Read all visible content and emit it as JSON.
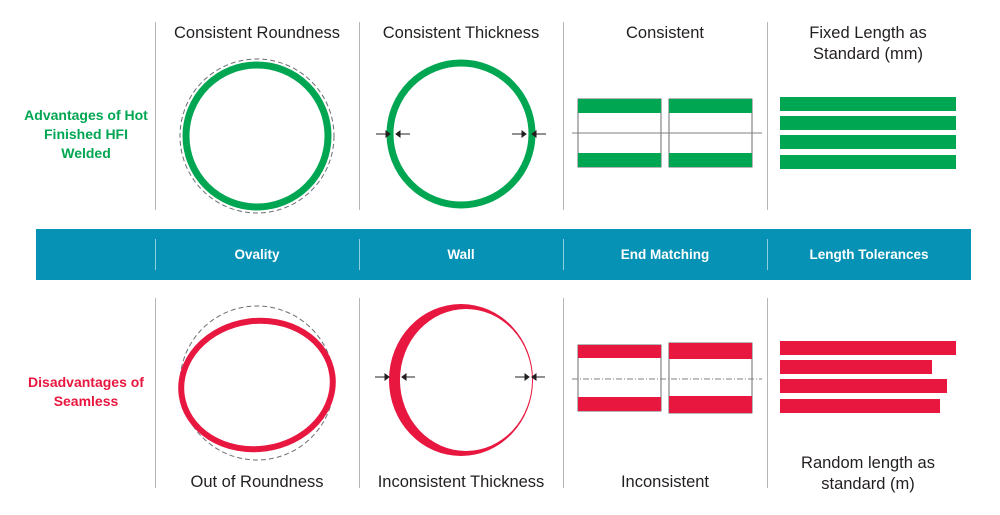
{
  "colors": {
    "good": "#00a651",
    "bad": "#e8173f",
    "band": "#0592b5",
    "divider": "#b5b5b5",
    "text": "#231f20"
  },
  "rows": {
    "advantages_label": "Advantages of Hot Finished HFI Welded",
    "disadvantages_label": "Disadvantages of Seamless"
  },
  "categories": [
    {
      "label": "Ovality",
      "advantage_caption": "Consistent Roundness",
      "disadvantage_caption": "Out of Roundness",
      "advantage_icon": "round-pipe-icon",
      "disadvantage_icon": "oval-pipe-icon"
    },
    {
      "label": "Wall",
      "advantage_caption": "Consistent Thickness",
      "disadvantage_caption": "Inconsistent Thickness",
      "advantage_icon": "uniform-wall-icon",
      "disadvantage_icon": "uneven-wall-icon"
    },
    {
      "label": "End Matching",
      "advantage_caption": "Consistent",
      "disadvantage_caption": "Inconsistent",
      "advantage_icon": "matched-ends-icon",
      "disadvantage_icon": "mismatched-ends-icon"
    },
    {
      "label": "Length Tolerances",
      "advantage_caption": "Fixed Length as Standard (mm)",
      "disadvantage_caption": "Random length as standard (m)",
      "advantage_icon": "fixed-length-bars-icon",
      "disadvantage_icon": "random-length-bars-icon"
    }
  ]
}
